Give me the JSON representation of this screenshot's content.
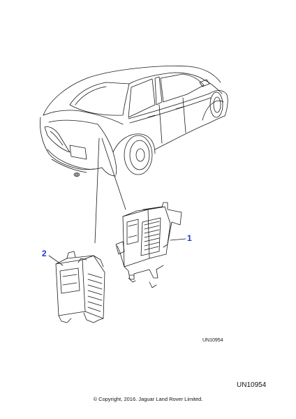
{
  "diagram": {
    "callouts": [
      "1",
      "2"
    ],
    "image_ref_small": "UN10954",
    "image_ref": "UN10954",
    "copyright": "© Copyright, 2016. Jaguar Land Rover Limited."
  }
}
